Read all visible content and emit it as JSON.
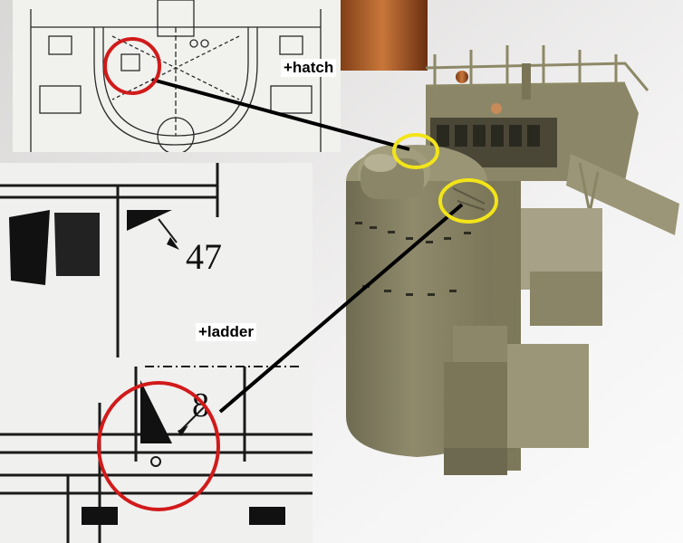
{
  "annotations": {
    "hatch_label": "+hatch",
    "ladder_label": "+ladder"
  },
  "drawing": {
    "part_47": "47",
    "part_8": "8"
  },
  "colors": {
    "model_olive": "#8a8566",
    "circle_red": "#d11a1a",
    "circle_yellow": "#f2e419",
    "leader_line": "#000000"
  }
}
